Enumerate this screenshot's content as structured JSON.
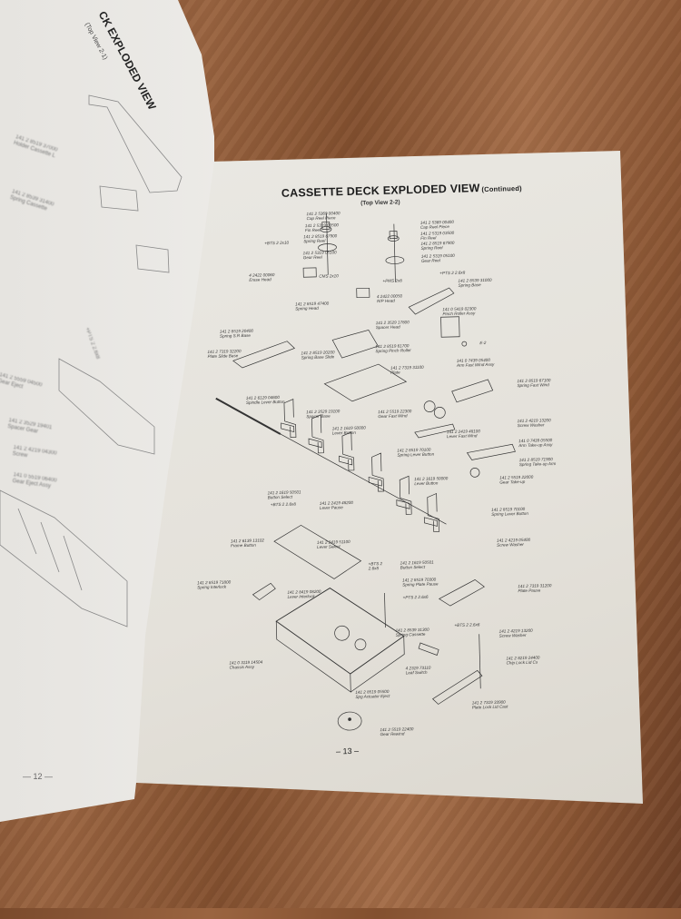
{
  "right_page": {
    "title": "CASSETTE DECK EXPLODED VIEW",
    "title_suffix": "(Continued)",
    "subtitle": "(Top View 2-2)",
    "page_number": "– 13 –",
    "labels": [
      {
        "num": "141 2 5369 00400",
        "name": "Cap Reel Piece"
      },
      {
        "num": "141 2 5319 03500",
        "name": "Fin Reel"
      },
      {
        "num": "141 2 8519 67900",
        "name": "Spring Reel"
      },
      {
        "num": "141 2 5319 05100",
        "name": "Gear Reel"
      },
      {
        "num": "+BTS 2 2x10",
        "name": ""
      },
      {
        "num": "141 2 5369 00400",
        "name": "Cap Reel Piece"
      },
      {
        "num": "141 2 5319 03500",
        "name": "Fin Reel"
      },
      {
        "num": "141 2 8519 67900",
        "name": "Spring Reel"
      },
      {
        "num": "141 2 5319 05100",
        "name": "Gear Reel"
      },
      {
        "num": "4 2422 00060",
        "name": "Erase Head"
      },
      {
        "num": "CMS 2x10",
        "name": ""
      },
      {
        "num": "+PMS 2x8",
        "name": ""
      },
      {
        "num": "+PTS 2 2.6x8",
        "name": ""
      },
      {
        "num": "141 2 8539 31000",
        "name": "Spring Base"
      },
      {
        "num": "4 2422 00050",
        "name": "R/P Head"
      },
      {
        "num": "141 2 8519 47400",
        "name": "Spring Head"
      },
      {
        "num": "141 0 5419 02300",
        "name": "Pinch Roller Assy"
      },
      {
        "num": "141 2 3529 17800",
        "name": "Spacer Head"
      },
      {
        "num": "E-2",
        "name": ""
      },
      {
        "num": "141 2 8519 20400",
        "name": "Spring S.R Base"
      },
      {
        "num": "141 2 8519 61700",
        "name": "Spring Pinch Roller"
      },
      {
        "num": "141 2 7319 32200",
        "name": "Plate Slide Base"
      },
      {
        "num": "141 2 8519 20200",
        "name": "Spring Base Slide"
      },
      {
        "num": "141 2 7319 31100",
        "name": "Plate"
      },
      {
        "num": "141 0 7439 05400",
        "name": "Arm Fast Wind Assy"
      },
      {
        "num": "141 2 8519 67100",
        "name": "Spring Fast Wind"
      },
      {
        "num": "141 2 6129 04600",
        "name": "Spindle Lever Button"
      },
      {
        "num": "141 2 3529 19100",
        "name": "Spacer Base"
      },
      {
        "num": "141 2 5519 22300",
        "name": "Gear Fast Wind"
      },
      {
        "num": "141 2 4219 13200",
        "name": "Screw Washer"
      },
      {
        "num": "141 2 1619 50000",
        "name": "Lever Button"
      },
      {
        "num": "141 2 2419 48100",
        "name": "Lever Fast Wind"
      },
      {
        "num": "141 0 7439 05500",
        "name": "Arm Take-up Assy"
      },
      {
        "num": "141 2 8519 70100",
        "name": "Spring Lever Button"
      },
      {
        "num": "141 2 8519 71900",
        "name": "Spring Take-up Arm"
      },
      {
        "num": "141 2 1619 50501",
        "name": "Button Select"
      },
      {
        "num": "141 2 1619 50000",
        "name": "Lever Button"
      },
      {
        "num": "141 2 5519 22000",
        "name": "Gear Take-up"
      },
      {
        "num": "+BTS 2 2.6x8",
        "name": ""
      },
      {
        "num": "141 2 2419 48200",
        "name": "Lever Pause"
      },
      {
        "num": "141 2 8519 70100",
        "name": "Spring Lever Button"
      },
      {
        "num": "141 2 6139 13102",
        "name": "Frame Button"
      },
      {
        "num": "141 2 2419 51100",
        "name": "Lever Select"
      },
      {
        "num": "141 2 4219 05400",
        "name": "Screw Washer"
      },
      {
        "num": "+BTS 2",
        "name": "2.6x8"
      },
      {
        "num": "141 2 1619 50501",
        "name": "Button Select"
      },
      {
        "num": "141 2 8519 71800",
        "name": "Spring Interlock"
      },
      {
        "num": "141 2 8419 08200",
        "name": "Lever Interlock"
      },
      {
        "num": "141 2 8519 70300",
        "name": "Spring Plate Pause"
      },
      {
        "num": "141 2 7319 31200",
        "name": "Plate Pause"
      },
      {
        "num": "+PTS 2 2.6x6",
        "name": ""
      },
      {
        "num": "141 2 8539 31300",
        "name": "Spring Cassette"
      },
      {
        "num": "+BTS 2 2.6x6",
        "name": ""
      },
      {
        "num": "141 2 4219 13200",
        "name": "Screw Washer"
      },
      {
        "num": "141 0 3119 14504",
        "name": "Chassis Assy"
      },
      {
        "num": "4 2319 73110",
        "name": "Leaf Switch"
      },
      {
        "num": "141 2 8219 24400",
        "name": "Chip Lock Lid Cs"
      },
      {
        "num": "141 2 8519 05500",
        "name": "Spg Actuator Eject"
      },
      {
        "num": "141 2 7319 33900",
        "name": "Plate Lock Lid Cast"
      },
      {
        "num": "141 2 5519 22400",
        "name": "Gear Rewind"
      }
    ]
  },
  "left_page": {
    "title_fragment": "CK EXPLODED VIEW",
    "subtitle_fragment": "(Top View 2-1)",
    "page_number": "— 12 —",
    "labels": [
      {
        "num": "141 2 8519 37000",
        "name": "Holder Cassette L"
      },
      {
        "num": "141 2 8539 31400",
        "name": "Spring Cassette"
      },
      {
        "num": "+PTS 2 2.6x8",
        "name": ""
      },
      {
        "num": "141 2 5559 04500",
        "name": "Gear Eject"
      },
      {
        "num": "141 2 3529 19401",
        "name": "Spacer Gear"
      },
      {
        "num": "141 2 4219 04300",
        "name": "Screw"
      },
      {
        "num": "141 0 5519 06400",
        "name": "Gear Eject Assy"
      }
    ]
  }
}
